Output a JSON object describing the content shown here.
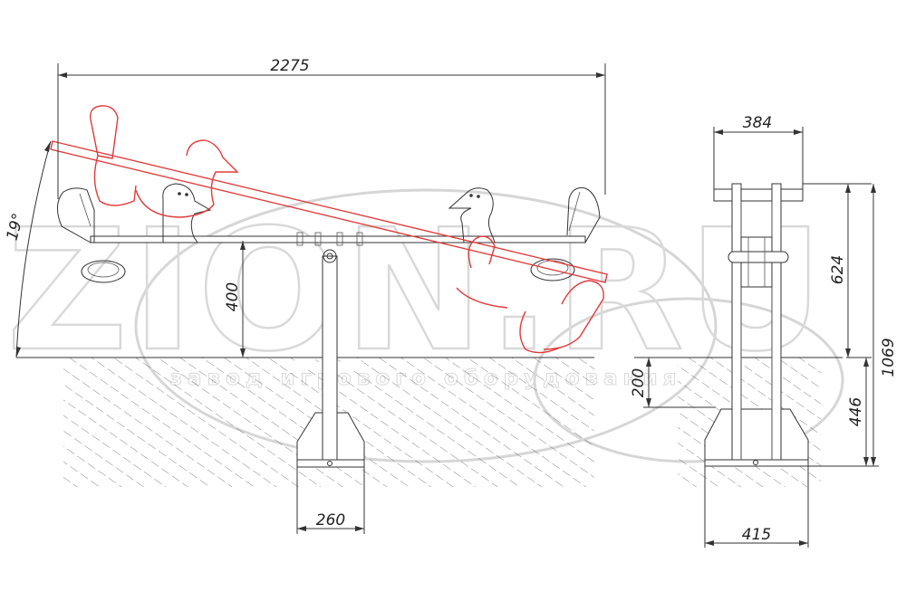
{
  "watermark": {
    "logo_text": "ZION.RU",
    "tagline": "завод игрового оборудования"
  },
  "dimensions": {
    "total_length": "2275",
    "tilt_angle": "19°",
    "seat_height": "400",
    "base_width_front": "260",
    "top_width_side": "384",
    "height_above_ground": "624",
    "total_height": "1069",
    "underground_depth": "446",
    "ground_offset": "200",
    "base_width_side": "415"
  },
  "colors": {
    "drawing_line": "#333333",
    "tilted_position": "#e23b3b",
    "hatch": "#666666",
    "watermark": "#d6d6d6"
  }
}
